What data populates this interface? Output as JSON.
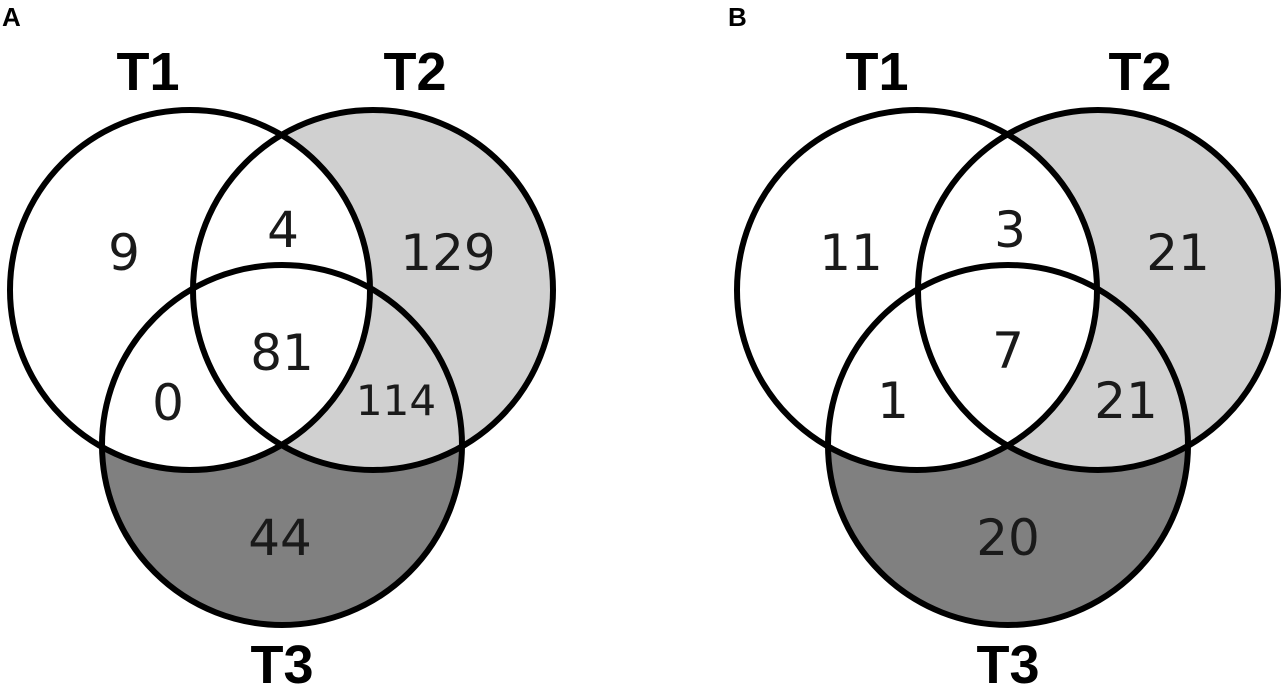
{
  "panels": [
    {
      "label": "A",
      "sets": {
        "t1": "T1",
        "t2": "T2",
        "t3": "T3"
      },
      "regions": {
        "t1_only": "9",
        "t1_t2": "4",
        "t2_only": "129",
        "t1_t2_t3": "81",
        "t1_t3": "0",
        "t2_t3": "114",
        "t3_only": "44"
      }
    },
    {
      "label": "B",
      "sets": {
        "t1": "T1",
        "t2": "T2",
        "t3": "T3"
      },
      "regions": {
        "t1_only": "11",
        "t1_t2": "3",
        "t2_only": "21",
        "t1_t2_t3": "7",
        "t1_t3": "1",
        "t2_t3": "21",
        "t3_only": "20"
      }
    }
  ],
  "colors": {
    "t1_fill": "#ffffff",
    "t2_fill": "#d0d0d0",
    "t3_fill": "#808080",
    "stroke": "#000000"
  }
}
